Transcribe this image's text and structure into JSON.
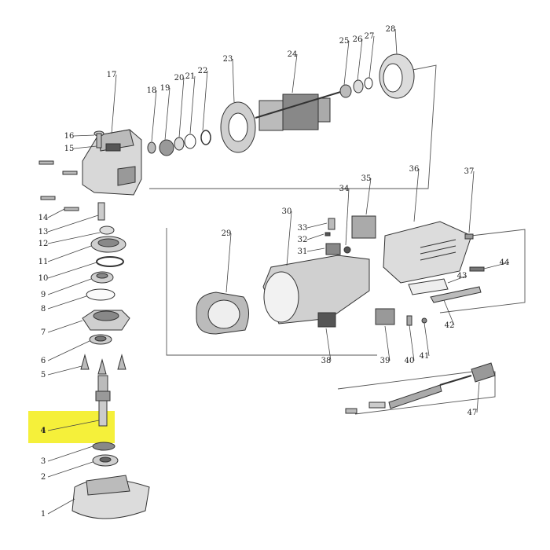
{
  "colors": {
    "highlight": "#f5f03a",
    "ink": "#333333",
    "paper": "#ffffff"
  },
  "highlighted_part": "4",
  "labels": [
    "1",
    "2",
    "3",
    "4",
    "5",
    "6",
    "7",
    "8",
    "9",
    "10",
    "11",
    "12",
    "13",
    "14",
    "15",
    "16",
    "17",
    "18",
    "19",
    "20",
    "21",
    "22",
    "23",
    "24",
    "25",
    "26",
    "27",
    "28",
    "29",
    "30",
    "31",
    "32",
    "33",
    "34",
    "35",
    "36",
    "37",
    "38",
    "39",
    "40",
    "41",
    "42",
    "43",
    "44",
    "47"
  ]
}
